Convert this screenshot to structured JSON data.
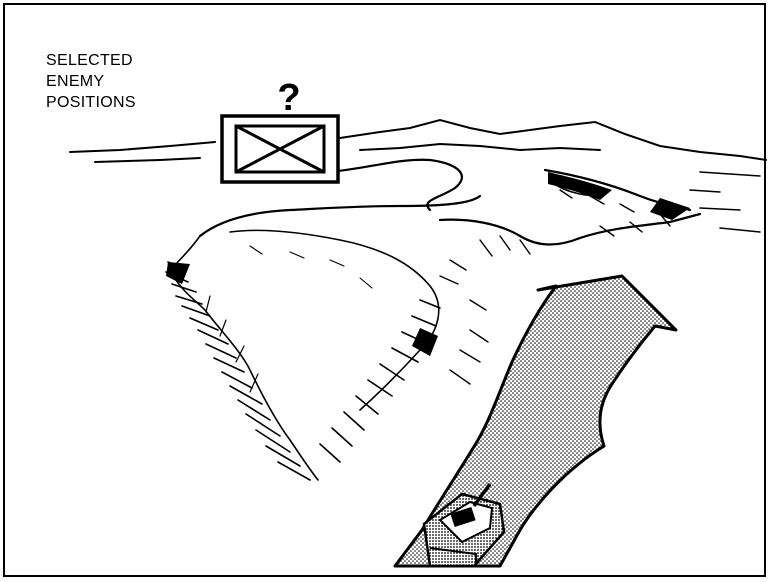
{
  "label": {
    "lines": [
      "SELECTED",
      "ENEMY",
      "POSITIONS"
    ]
  },
  "enemy_symbol": {
    "query_mark": "?"
  },
  "icons": [
    "enemy-unit-symbol-icon",
    "question-mark-icon",
    "advance-arrow-icon",
    "tank-icon"
  ],
  "colors": {
    "ink": "#000000",
    "paper": "#ffffff",
    "arrow_fill": "#c8c8c8"
  }
}
